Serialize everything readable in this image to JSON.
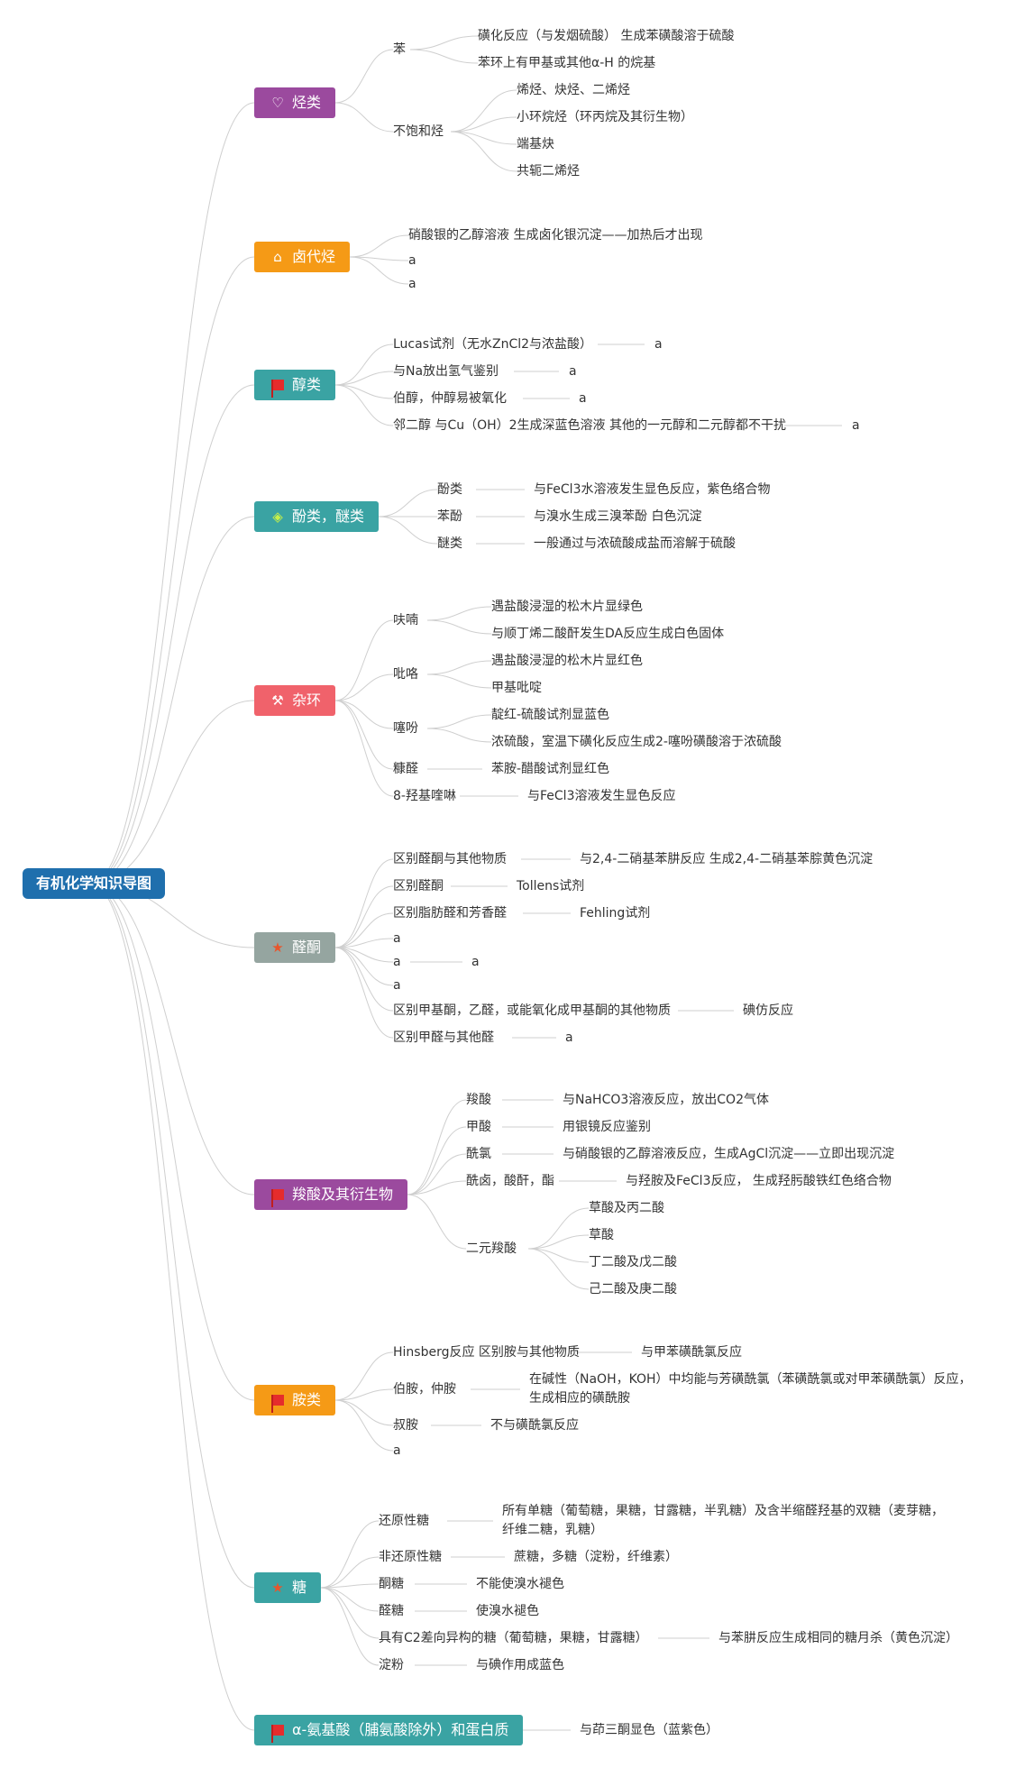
{
  "root": "有机化学知识导图",
  "icons": {
    "heart": "heart-icon",
    "home": "home-icon",
    "flag": "flag-icon",
    "gem": "gem-icon",
    "hammer": "hammer-icon",
    "star": "star-icon"
  },
  "colors": {
    "root": "#1f6fad",
    "purple": "#9b4a9e",
    "orange": "#f59a16",
    "teal": "#3aa3a3",
    "salmon": "#f0626b",
    "gray": "#95a5a0",
    "line": "#cfcfcf"
  },
  "categories": {
    "c1": "烃类",
    "c2": "卤代烃",
    "c3": "醇类",
    "c4": "酚类，醚类",
    "c5": "杂环",
    "c6": "醛酮",
    "c7": "羧酸及其衍生物",
    "c8": "胺类",
    "c9": "糖",
    "c10": "α-氨基酸（脯氨酸除外）和蛋白质"
  },
  "c1": {
    "benzene": "苯",
    "b1": "磺化反应（与发烟硫酸） 生成苯磺酸溶于硫酸",
    "b2": "苯环上有甲基或其他α-H 的烷基",
    "unsat": "不饱和烃",
    "u1": "烯烃、炔烃、二烯烃",
    "u2": "小环烷烃（环丙烷及其衍生物）",
    "u3": "端基炔",
    "u4": "共轭二烯烃"
  },
  "c2": {
    "i1": "硝酸银的乙醇溶液 生成卤化银沉淀——加热后才出现",
    "i2": "a",
    "i3": "a"
  },
  "c3": {
    "i1": "Lucas试剂（无水ZnCl2与浓盐酸）",
    "i1a": "a",
    "i2": "与Na放出氢气鉴别",
    "i2a": "a",
    "i3": "伯醇，仲醇易被氧化",
    "i3a": "a",
    "i4": "邻二醇 与Cu（OH）2生成深蓝色溶液 其他的一元醇和二元醇都不干扰",
    "i4a": "a"
  },
  "c4": {
    "i1": "酚类",
    "i1a": "与FeCl3水溶液发生显色反应，紫色络合物",
    "i2": "苯酚",
    "i2a": "与溴水生成三溴苯酚 白色沉淀",
    "i3": "醚类",
    "i3a": "一般通过与浓硫酸成盐而溶解于硫酸"
  },
  "c5": {
    "furan": "呋喃",
    "f1": "遇盐酸浸湿的松木片显绿色",
    "f2": "与顺丁烯二酸酐发生DA反应生成白色固体",
    "pyrrole": "吡咯",
    "p1": "遇盐酸浸湿的松木片显红色",
    "p2": "甲基吡啶",
    "thio": "噻吩",
    "t1": "靛红-硫酸试剂显蓝色",
    "t2": "浓硫酸，室温下磺化反应生成2-噻吩磺酸溶于浓硫酸",
    "furfural": "糠醛",
    "fu1": "苯胺-醋酸试剂显红色",
    "hq": "8-羟基喹啉",
    "hq1": "与FeCl3溶液发生显色反应"
  },
  "c6": {
    "i1": "区别醛酮与其他物质",
    "i1a": "与2,4-二硝基苯肼反应 生成2,4-二硝基苯腙黄色沉淀",
    "i2": "区别醛酮",
    "i2a": "Tollens试剂",
    "i3": "区别脂肪醛和芳香醛",
    "i3a": "Fehling试剂",
    "i4": "a",
    "i5": "a",
    "i5a": "a",
    "i6": "a",
    "i7": "区别甲基酮，乙醛，或能氧化成甲基酮的其他物质",
    "i7a": "碘仿反应",
    "i8": "区别甲醛与其他醛",
    "i8a": "a"
  },
  "c7": {
    "i1": "羧酸",
    "i1a": "与NaHCO3溶液反应，放出CO2气体",
    "i2": "甲酸",
    "i2a": "用银镜反应鉴别",
    "i3": "酰氯",
    "i3a": "与硝酸银的乙醇溶液反应，生成AgCl沉淀——立即出现沉淀",
    "i4": "酰卤，酸酐，酯",
    "i4a": "与羟胺及FeCl3反应， 生成羟肟酸铁红色络合物",
    "i5": "二元羧酸",
    "d1": "草酸及丙二酸",
    "d2": "草酸",
    "d3": "丁二酸及戊二酸",
    "d4": "己二酸及庚二酸"
  },
  "c8": {
    "i1": "Hinsberg反应 区别胺与其他物质",
    "i1a": "与甲苯磺酰氯反应",
    "i2": "伯胺，仲胺",
    "i2a1": "在碱性（NaOH，KOH）中均能与芳磺酰氯（苯磺酰氯或对甲苯磺酰氯）反应，",
    "i2a2": "生成相应的磺酰胺",
    "i3": "叔胺",
    "i3a": "不与磺酰氯反应",
    "i4": "a"
  },
  "c9": {
    "i1": "还原性糖",
    "i1a1": "所有单糖（葡萄糖，果糖，甘露糖，半乳糖）及含半缩醛羟基的双糖（麦芽糖，",
    "i1a2": "纤维二糖，乳糖）",
    "i2": "非还原性糖",
    "i2a": "蔗糖，多糖（淀粉，纤维素）",
    "i3": "酮糖",
    "i3a": "不能使溴水褪色",
    "i4": "醛糖",
    "i4a": "使溴水褪色",
    "i5": "具有C2差向异构的糖（葡萄糖，果糖，甘露糖）",
    "i5a": "与苯肼反应生成相同的糖月杀（黄色沉淀）",
    "i6": "淀粉",
    "i6a": "与碘作用成蓝色"
  },
  "c10": {
    "i1": "与茚三酮显色（蓝紫色）"
  }
}
